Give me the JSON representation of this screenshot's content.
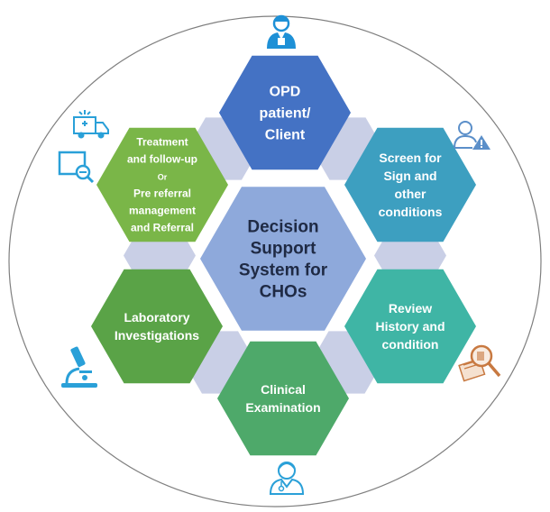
{
  "center": {
    "lines": [
      "Decision",
      "Support",
      "System for",
      "CHOs"
    ],
    "fill": "#8ea9db"
  },
  "steps": [
    {
      "id": "opd",
      "lines": [
        "OPD",
        "patient/",
        "Client"
      ],
      "fill": "#4472c4"
    },
    {
      "id": "screen",
      "lines": [
        "Screen for",
        "Sign and",
        "other",
        "conditions"
      ],
      "fill": "#3d9fc0"
    },
    {
      "id": "review",
      "lines": [
        "Review",
        "History and",
        "condition"
      ],
      "fill": "#3fb5a5"
    },
    {
      "id": "clinical",
      "lines": [
        "Clinical",
        "Examination"
      ],
      "fill": "#4ea96a"
    },
    {
      "id": "lab",
      "lines": [
        "Laboratory",
        "Investigations"
      ],
      "fill": "#5aa347"
    },
    {
      "id": "treatment",
      "lines": [
        "Treatment",
        "and follow-up",
        "Or",
        "Pre referral",
        "management",
        "and Referral"
      ],
      "fill": "#7ab648"
    }
  ],
  "icons": [
    {
      "name": "patient-icon",
      "color": "#1e90d6"
    },
    {
      "name": "warning-user-icon",
      "color": "#5b8fc9"
    },
    {
      "name": "search-report-icon",
      "color": "#c87941"
    },
    {
      "name": "doctor-icon",
      "color": "#2aa0d8"
    },
    {
      "name": "microscope-icon",
      "color": "#2aa0d8"
    },
    {
      "name": "ambulance-icon",
      "color": "#2aa0d8"
    },
    {
      "name": "monitor-icon",
      "color": "#2aa0d8"
    }
  ],
  "colors": {
    "circle": "#7f7f7f",
    "connector": "#c9cfe6"
  }
}
